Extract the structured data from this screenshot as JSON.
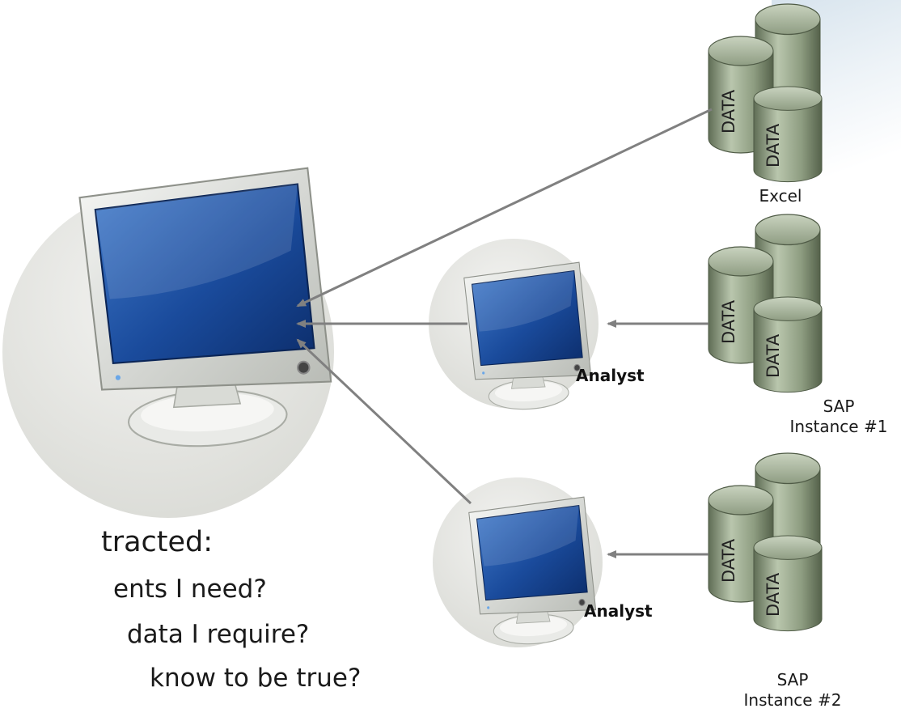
{
  "diagram": {
    "source_excel_label": "Excel",
    "source_sap1_label": "SAP\nInstance #1",
    "source_sap2_label": "SAP\nInstance #2",
    "analyst_1_label": "Analyst",
    "analyst_2_label": "Analyst",
    "cylinder_text": "DATA"
  },
  "bullets": {
    "heading_fragment": "tracted:",
    "line_1": "ents I need?",
    "line_2": "data I require?",
    "line_3": "know to be true?"
  },
  "colors": {
    "arrow": "#808080",
    "circle": "#e4e5e1",
    "screen": "#1e4fa0",
    "monitor_frame": "#dcdedb",
    "cylinder": "#8a9a7e"
  },
  "icons": {
    "computer": "monitor-icon",
    "database": "database-cylinder-icon"
  }
}
